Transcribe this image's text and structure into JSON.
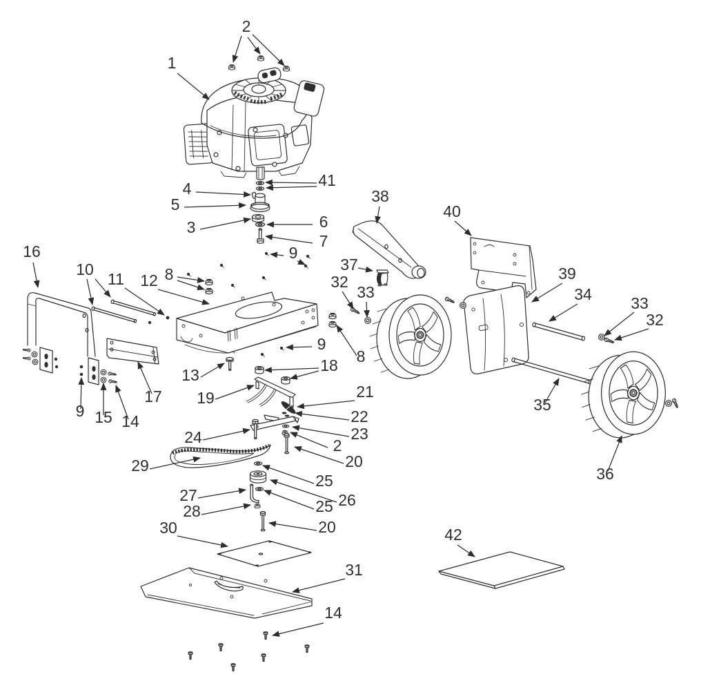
{
  "diagram": {
    "type": "exploded-parts-diagram",
    "subject": "vertical-shaft-engine-drive-assembly",
    "colors": {
      "ink": "#2c2c2e",
      "background": "#ffffff"
    },
    "callouts": [
      "2",
      "1",
      "41",
      "4",
      "5",
      "3",
      "6",
      "7",
      "38",
      "40",
      "9",
      "37",
      "16",
      "10",
      "11",
      "12",
      "8",
      "32",
      "33",
      "39",
      "34",
      "33",
      "32",
      "9",
      "8",
      "13",
      "18",
      "17",
      "19",
      "21",
      "22",
      "23",
      "2",
      "24",
      "20",
      "9",
      "15",
      "14",
      "29",
      "25",
      "26",
      "27",
      "25",
      "28",
      "20",
      "30",
      "42",
      "35",
      "36",
      "31",
      "14"
    ]
  }
}
